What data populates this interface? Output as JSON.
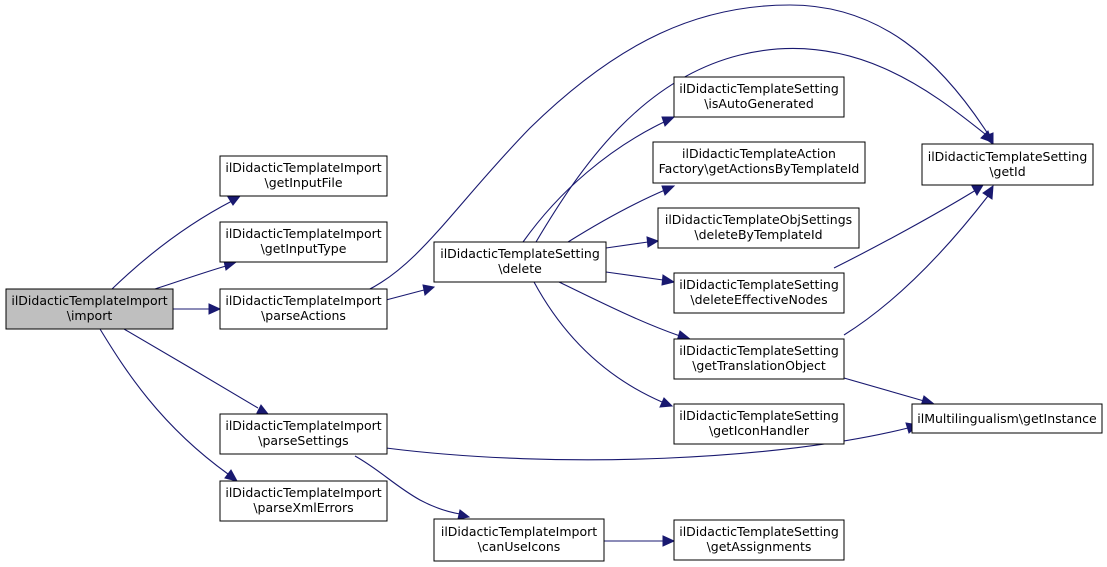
{
  "nodes": {
    "import": [
      "ilDidacticTemplateImport",
      "\\import"
    ],
    "getInputFile": [
      "ilDidacticTemplateImport",
      "\\getInputFile"
    ],
    "getInputType": [
      "ilDidacticTemplateImport",
      "\\getInputType"
    ],
    "parseActions": [
      "ilDidacticTemplateImport",
      "\\parseActions"
    ],
    "parseSettings": [
      "ilDidacticTemplateImport",
      "\\parseSettings"
    ],
    "parseXmlErrors": [
      "ilDidacticTemplateImport",
      "\\parseXmlErrors"
    ],
    "delete": [
      "ilDidacticTemplateSetting",
      "\\delete"
    ],
    "canUseIcons": [
      "ilDidacticTemplateImport",
      "\\canUseIcons"
    ],
    "isAutoGenerated": [
      "ilDidacticTemplateSetting",
      "\\isAutoGenerated"
    ],
    "getActionsByTemplateId": [
      "ilDidacticTemplateAction",
      "Factory\\getActionsByTemplateId"
    ],
    "deleteByTemplateId": [
      "ilDidacticTemplateObjSettings",
      "\\deleteByTemplateId"
    ],
    "deleteEffectiveNodes": [
      "ilDidacticTemplateSetting",
      "\\deleteEffectiveNodes"
    ],
    "getTranslationObject": [
      "ilDidacticTemplateSetting",
      "\\getTranslationObject"
    ],
    "getIconHandler": [
      "ilDidacticTemplateSetting",
      "\\getIconHandler"
    ],
    "getAssignments": [
      "ilDidacticTemplateSetting",
      "\\getAssignments"
    ],
    "getId": [
      "ilDidacticTemplateSetting",
      "\\getId"
    ],
    "getInstance": [
      "ilMultilingualism\\getInstance"
    ]
  }
}
